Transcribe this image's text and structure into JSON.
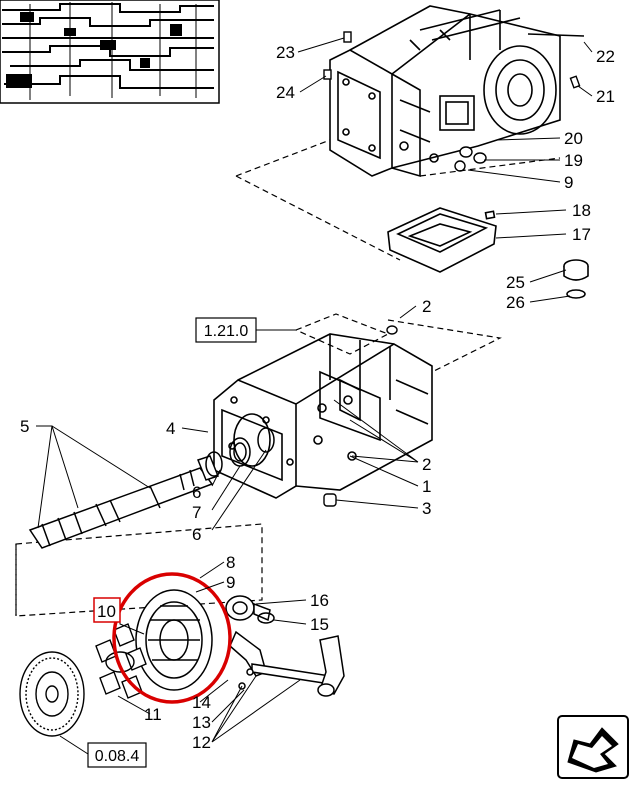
{
  "callouts": [
    {
      "id": "c23",
      "text": "23"
    },
    {
      "id": "c22",
      "text": "22"
    },
    {
      "id": "c24",
      "text": "24"
    },
    {
      "id": "c21",
      "text": "21"
    },
    {
      "id": "c20",
      "text": "20"
    },
    {
      "id": "c19",
      "text": "19"
    },
    {
      "id": "c9a",
      "text": "9"
    },
    {
      "id": "c18",
      "text": "18"
    },
    {
      "id": "c17",
      "text": "17"
    },
    {
      "id": "c25",
      "text": "25"
    },
    {
      "id": "c26",
      "text": "26"
    },
    {
      "id": "c2a",
      "text": "2"
    },
    {
      "id": "c5",
      "text": "5"
    },
    {
      "id": "c4",
      "text": "4"
    },
    {
      "id": "c2b",
      "text": "2"
    },
    {
      "id": "c1",
      "text": "1"
    },
    {
      "id": "c6a",
      "text": "6"
    },
    {
      "id": "c7",
      "text": "7"
    },
    {
      "id": "c3",
      "text": "3"
    },
    {
      "id": "c6b",
      "text": "6"
    },
    {
      "id": "c8",
      "text": "8"
    },
    {
      "id": "c9b",
      "text": "9"
    },
    {
      "id": "c10",
      "text": "10"
    },
    {
      "id": "c16",
      "text": "16"
    },
    {
      "id": "c15",
      "text": "15"
    },
    {
      "id": "c14",
      "text": "14"
    },
    {
      "id": "c11",
      "text": "11"
    },
    {
      "id": "c13",
      "text": "13"
    },
    {
      "id": "c12",
      "text": "12"
    }
  ],
  "references": {
    "ref_top": "1.21.0",
    "ref_bottom": "0.08.4"
  },
  "highlight_color": "#d90000",
  "icons": {
    "nav": "next-page-arrow-icon",
    "thumb": "inset-thumbnail"
  }
}
